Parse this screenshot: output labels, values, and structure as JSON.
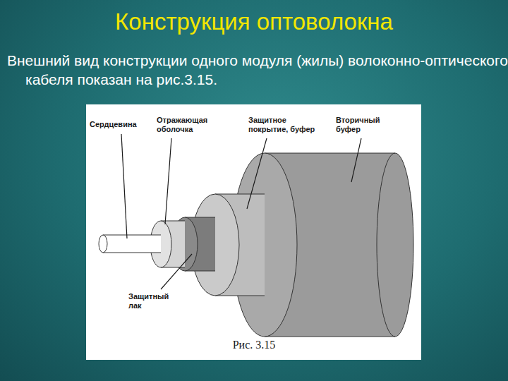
{
  "diagram": {
    "title": "Конструкция оптоволокна",
    "caption": "Рис. 3.15",
    "labels": [
      "Внешний вид конструкции одного модуля (жилы) волоконно-оптического кабеля показан на рис.3.15.",
      "Сердцевина",
      "Отражающая оболочка",
      "Защитное покрытие, буфер",
      "Вторичный буфер",
      "Защитный лак"
    ]
  }
}
